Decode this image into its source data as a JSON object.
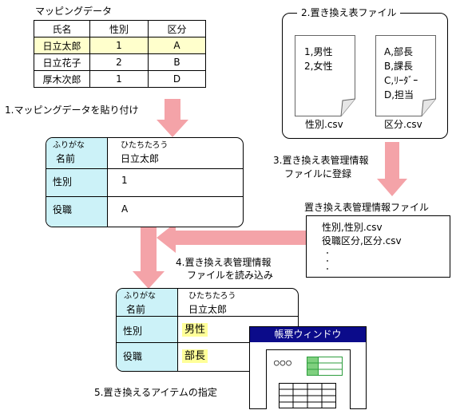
{
  "mapping": {
    "title": "マッピングデータ",
    "headers": [
      "氏名",
      "性別",
      "区分"
    ],
    "rows": [
      [
        "日立太郎",
        "1",
        "A"
      ],
      [
        "日立花子",
        "2",
        "B"
      ],
      [
        "厚木次郎",
        "1",
        "D"
      ]
    ]
  },
  "replace_files": {
    "title": "2.置き換え表ファイル",
    "file1": {
      "lines": [
        "1,男性",
        "2,女性"
      ],
      "name": "性別.csv"
    },
    "file2": {
      "lines": [
        "A,部長",
        "B,課長",
        "C,ﾘｰﾀﾞｰ",
        "D,担当"
      ],
      "name": "区分.csv"
    }
  },
  "steps": {
    "step1": "1.マッピングデータを貼り付け",
    "step3": [
      "3.置き換え表管理情報",
      "ファイルに登録"
    ],
    "step4": [
      "4.置き換え表管理情報",
      "ファイルを読み込み"
    ],
    "step5": "5.置き換えるアイテムの指定"
  },
  "card1": {
    "furigana_label": "ふりがな",
    "name_label": "名前",
    "furigana_value": "ひたちたろう",
    "name_value": "日立太郎",
    "gender_label": "性別",
    "gender_value": "1",
    "role_label": "役職",
    "role_value": "A"
  },
  "mgmt_file": {
    "title": "置き換え表管理情報ファイル",
    "lines": [
      "性別,性別.csv",
      "役職区分,区分.csv"
    ]
  },
  "card2": {
    "furigana_label": "ふりがな",
    "name_label": "名前",
    "furigana_value": "ひたちたろう",
    "name_value": "日立太郎",
    "gender_label": "性別",
    "gender_value": "男性",
    "role_label": "役職",
    "role_value": "部長"
  },
  "window": {
    "title": "帳票ウィンドウ",
    "circles": "○○○"
  },
  "colors": {
    "arrow": "#f4a3a8",
    "label_bg": "#ccf2f8",
    "highlight": "#ffff99",
    "window_title_bg": "#0b0b8a",
    "window_grid": "#2e9e3e"
  }
}
